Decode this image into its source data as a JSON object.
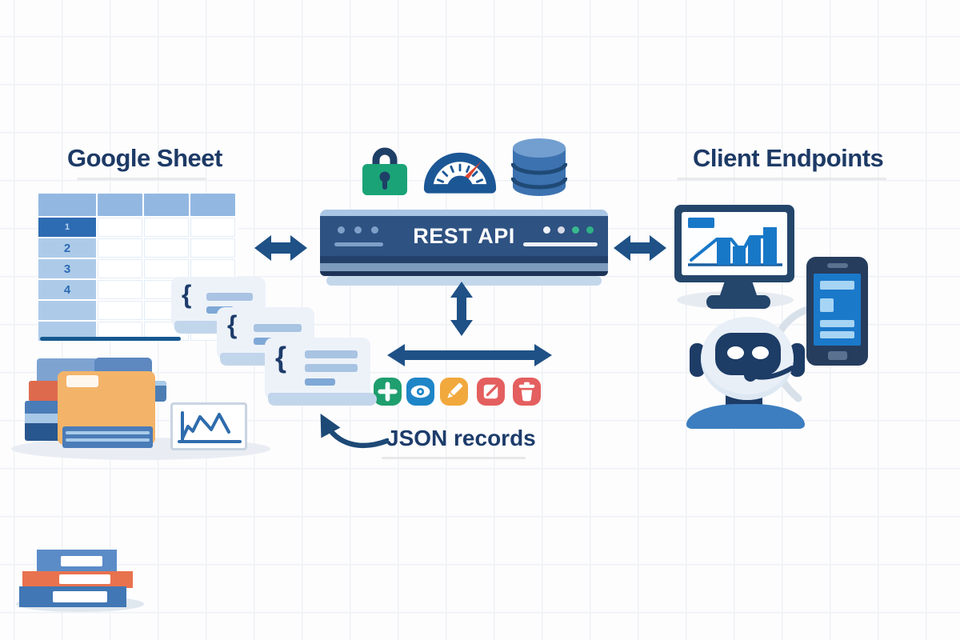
{
  "titles": {
    "sheet": "Google Sheet",
    "client": "Client Endpoints"
  },
  "api": {
    "label": "REST API"
  },
  "caption": {
    "label": "JSON records"
  },
  "sheet": {
    "row_labels": [
      "1",
      "2",
      "3",
      "4",
      "",
      ""
    ],
    "column_count": 3,
    "header_color": "#92b8e1",
    "row_label_color": "#adcbe9",
    "active_row_color": "#2d6bb2"
  },
  "json_cards": {
    "brace": "{",
    "count": 3
  },
  "icons": {
    "top": [
      "lock-icon",
      "speedometer-icon",
      "database-icon"
    ],
    "crud": [
      "add-icon",
      "view-icon",
      "edit-pencil-icon",
      "edit-note-icon",
      "delete-icon"
    ]
  },
  "server": {
    "status_dot_colors": [
      "#eef1f7",
      "#d7d9e6",
      "#39ba8d",
      "#2fb184"
    ]
  },
  "monitor_chart": {
    "type": "bar",
    "values": [
      30,
      23,
      33,
      47
    ],
    "trend_line": "rising"
  },
  "colors": {
    "navy_text": "#1d3a66",
    "arrow": "#1f5186",
    "server_body": "#2e5282",
    "lock_green": "#1aa377",
    "gauge_ring": "#1c5795",
    "gauge_needle": "#e0452f",
    "database_blue": "#3d72b0",
    "crud_add": "#1f9e6e",
    "crud_view": "#1e85c7",
    "crud_edit": "#f1a83c",
    "crud_delete": "#e45f5f",
    "screen_blue": "#1b79ca",
    "folder_orange": "#f3b469"
  }
}
